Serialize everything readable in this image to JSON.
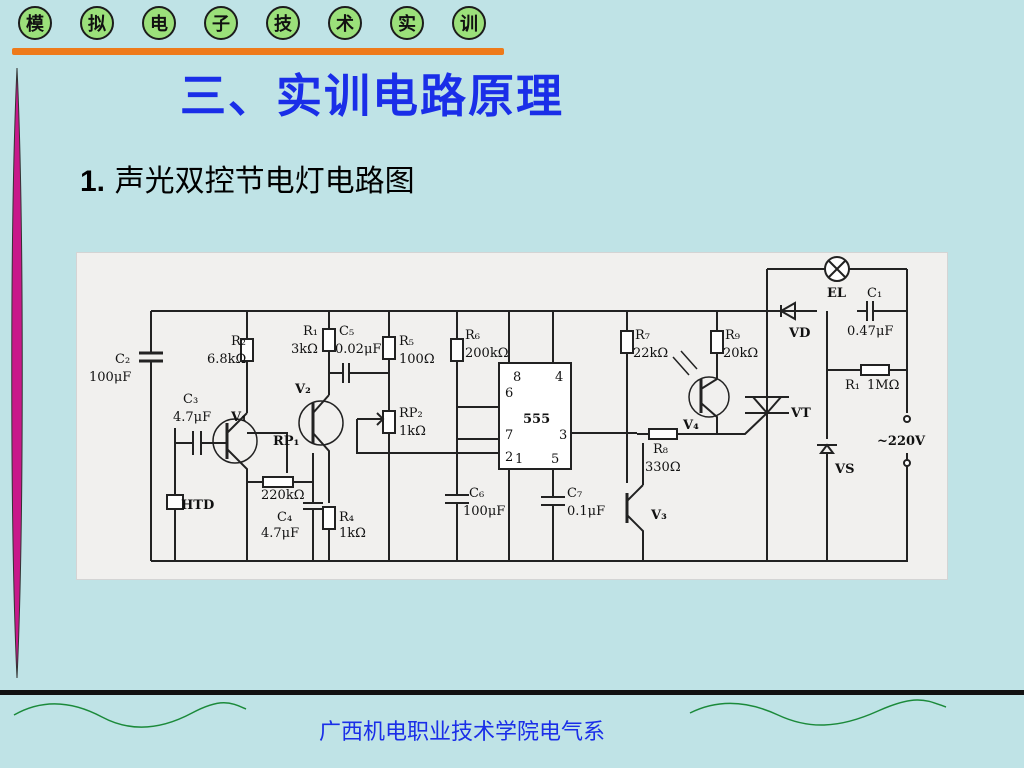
{
  "header": {
    "tabs": [
      "模",
      "拟",
      "电",
      "子",
      "技",
      "术",
      "实",
      "训"
    ]
  },
  "slide": {
    "title": "三、实训电路原理",
    "subtitle_number": "1.",
    "subtitle_text": " 声光双控节电灯电路图"
  },
  "diagram": {
    "labels": {
      "C2": "C₂",
      "C2_val": "100μF",
      "C3": "C₃",
      "C3_val": "4.7μF",
      "V1": "V₁",
      "V2": "V₂",
      "V3": "V₃",
      "V4": "V₄",
      "R2": "R₂",
      "R2_val": "6.8kΩ",
      "R1": "R₁",
      "R1_val": "3kΩ",
      "C5": "C₅",
      "C5_val": "0.02μF",
      "R5": "R₅",
      "R5_val": "100Ω",
      "RP1": "RP₁",
      "RP1_val": "220kΩ",
      "RP2": "RP₂",
      "RP2_val": "1kΩ",
      "C4": "C₄",
      "C4_val": "4.7μF",
      "R4": "R₄",
      "R4_val": "1kΩ",
      "HTD": "HTD",
      "R6": "R₆",
      "R6_val": "200kΩ",
      "C6": "C₆",
      "C6_val": "100μF",
      "IC": "555",
      "pin8": "8",
      "pin4": "4",
      "pin6": "6",
      "pin7": "7",
      "pin3": "3",
      "pin2": "2",
      "pin1": "1",
      "pin5": "5",
      "C7": "C₇",
      "C7_val": "0.1μF",
      "R7": "R₇",
      "R7_val": "22kΩ",
      "R9": "R₉",
      "R9_val": "20kΩ",
      "R8": "R₈",
      "R8_val": "330Ω",
      "VT": "VT",
      "VD": "VD",
      "VS": "VS",
      "EL": "EL",
      "C1": "C₁",
      "C1_val": "0.47μF",
      "R1b": "R₁",
      "R1b_val": "1MΩ",
      "AC": "~220V"
    }
  },
  "footer": {
    "text": "广西机电职业技术学院电气系"
  },
  "colors": {
    "background": "#bfe3e6",
    "title": "#1a2ee8",
    "header_circle": "#9be07a",
    "header_line": "#ee7a1a"
  }
}
